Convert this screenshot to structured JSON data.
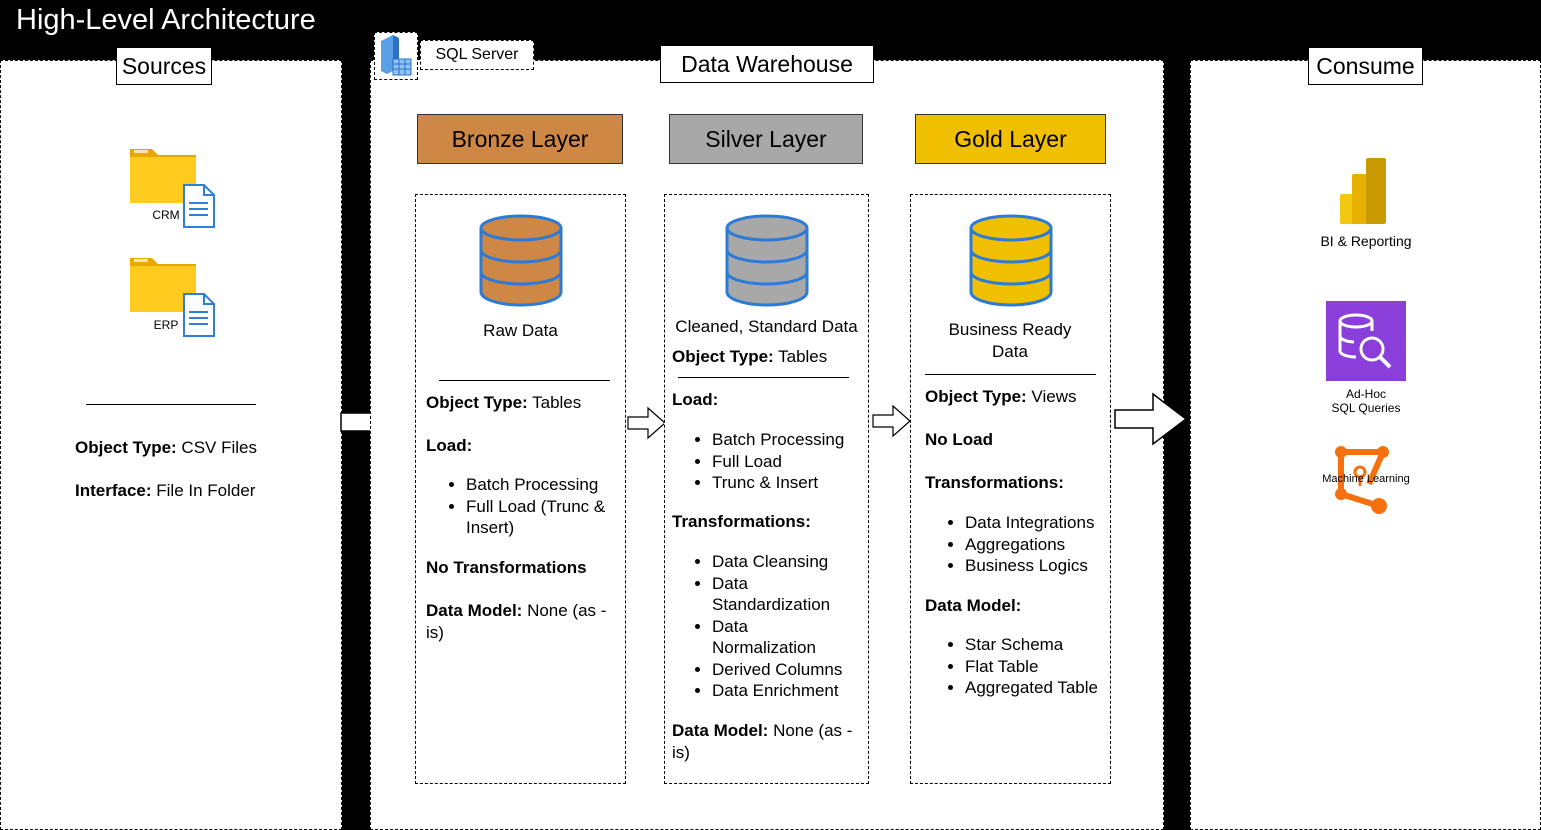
{
  "title": "High-Level Architecture",
  "sources": {
    "label": "Sources",
    "files": [
      "CRM",
      "ERP"
    ],
    "object_type_label": "Object Type:",
    "object_type_value": " CSV Files",
    "interface_label": "Interface:",
    "interface_value": " File In Folder"
  },
  "warehouse": {
    "label": "Data Warehouse",
    "server_label": "SQL Server",
    "bronze": {
      "title": "Bronze Layer",
      "color": "#CE8744",
      "caption": "Raw Data",
      "object_type_label": "Object Type:",
      "object_type_value": " Tables",
      "load_label": "Load:",
      "load_items": [
        "Batch Processing",
        "Full Load (Trunc & Insert)"
      ],
      "transform_label": "No Transformations",
      "model_label": "Data Model:",
      "model_value": " None (as - is)"
    },
    "silver": {
      "title": "Silver Layer",
      "color": "#A8A8A8",
      "caption": "Cleaned, Standard Data",
      "object_type_label": "Object Type:",
      "object_type_value": " Tables",
      "load_label": "Load:",
      "load_items": [
        "Batch Processing",
        "Full Load",
        "Trunc & Insert"
      ],
      "transform_label": "Transformations:",
      "transform_items": [
        "Data Cleansing",
        "Data Standardization",
        "Data Normalization",
        "Derived Columns",
        "Data Enrichment"
      ],
      "model_label": "Data Model:",
      "model_value": " None (as - is)"
    },
    "gold": {
      "title": "Gold Layer",
      "color": "#F0C000",
      "caption": "Business Ready Data",
      "object_type_label": "Object Type:",
      "object_type_value": " Views",
      "load_label": "No Load",
      "transform_label": "Transformations:",
      "transform_items": [
        "Data Integrations",
        "Aggregations",
        "Business Logics"
      ],
      "model_label": "Data Model:",
      "model_items": [
        "Star Schema",
        "Flat Table",
        "Aggregated Table"
      ]
    }
  },
  "consume": {
    "label": "Consume",
    "bi": "BI & Reporting",
    "adhoc_line1": "Ad-Hoc",
    "adhoc_line2": "SQL Queries",
    "ml": "Machine Learning"
  }
}
